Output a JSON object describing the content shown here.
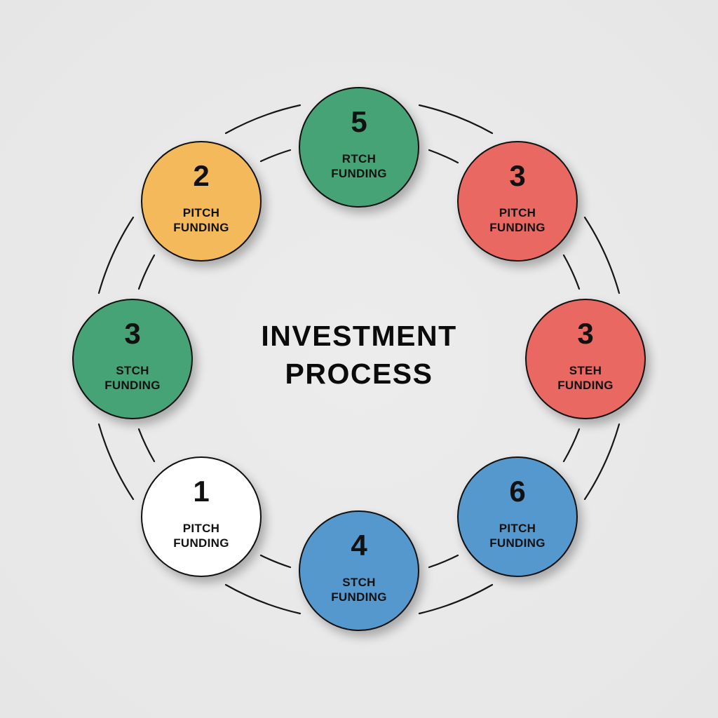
{
  "title": {
    "line1": "INVESTMENT",
    "line2": "PROCESS"
  },
  "colors": {
    "background": "#e9e9e9",
    "green": "#45a375",
    "red": "#ea6862",
    "blue": "#5598cd",
    "yellow": "#f4b95a",
    "white": "#ffffff",
    "outline": "#111111"
  },
  "nodes": [
    {
      "position": "top",
      "number": "5",
      "line1": "RTCH",
      "line2": "FUNDING",
      "color": "#45a375"
    },
    {
      "position": "top-right",
      "number": "3",
      "line1": "PITCH",
      "line2": "FUNDING",
      "color": "#ea6862"
    },
    {
      "position": "right",
      "number": "3",
      "line1": "STEH",
      "line2": "FUNDING",
      "color": "#ea6862"
    },
    {
      "position": "bottom-right",
      "number": "6",
      "line1": "PITCH",
      "line2": "FUNDING",
      "color": "#5598cd"
    },
    {
      "position": "bottom",
      "number": "4",
      "line1": "STCH",
      "line2": "FUNDING",
      "color": "#5598cd"
    },
    {
      "position": "bottom-left",
      "number": "1",
      "line1": "PITCH",
      "line2": "FUNDING",
      "color": "#ffffff"
    },
    {
      "position": "left",
      "number": "3",
      "line1": "STCH",
      "line2": "FUNDING",
      "color": "#45a375"
    },
    {
      "position": "top-left",
      "number": "2",
      "line1": "PITCH",
      "line2": "FUNDING",
      "color": "#f4b95a"
    }
  ]
}
